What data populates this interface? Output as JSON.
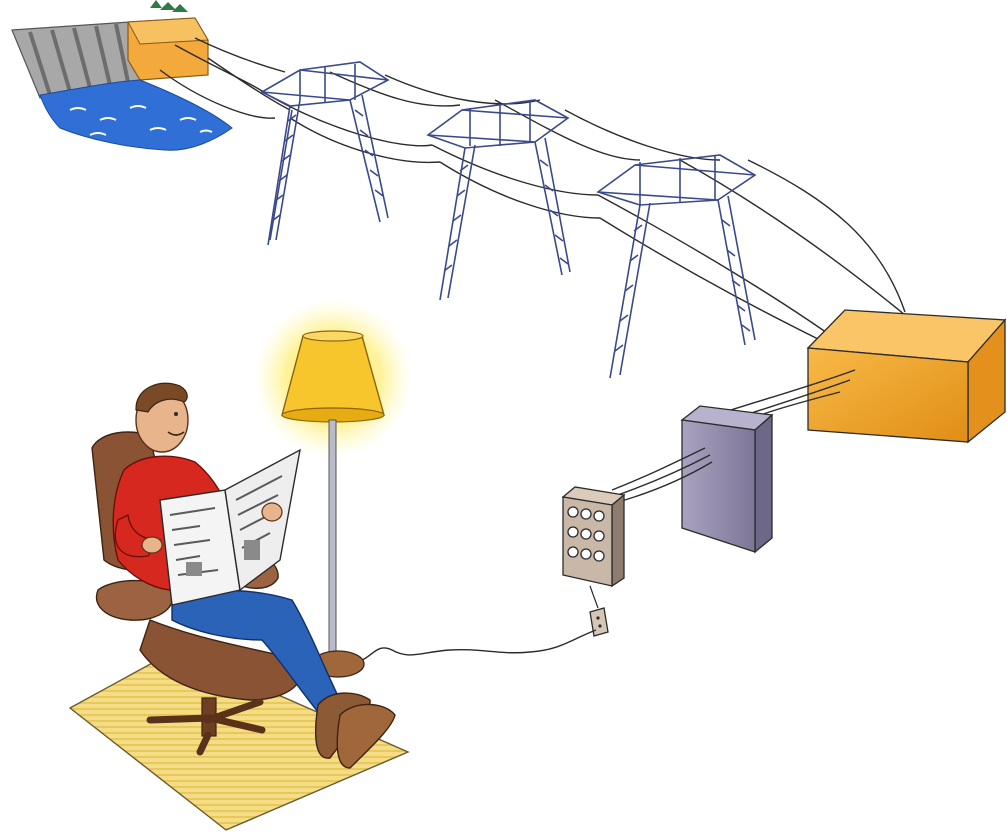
{
  "scene": {
    "stages": [
      "hydro-dam",
      "transmission-tower",
      "transmission-tower",
      "transmission-tower",
      "substation-transformer",
      "distribution-cabinet",
      "fuse-box",
      "wall-outlet",
      "floor-lamp"
    ],
    "colors": {
      "background": "#ffffff",
      "water": "#2f6fd6",
      "dam_concrete": "#9a9a9a",
      "powerhouse": "#f3a93b",
      "tower_steel": "#3a4a8a",
      "cable": "#2b2b2b",
      "transformer_box": "#f4a531",
      "cabinet": "#9d96b4",
      "fuse_box": "#c9b8a8",
      "lamp_shade": "#f7c52c",
      "lamp_glow": "#fff36a",
      "shirt": "#d6281f",
      "jeans": "#2a63b8",
      "chair": "#8a5434",
      "rug": "#f1d776"
    }
  }
}
